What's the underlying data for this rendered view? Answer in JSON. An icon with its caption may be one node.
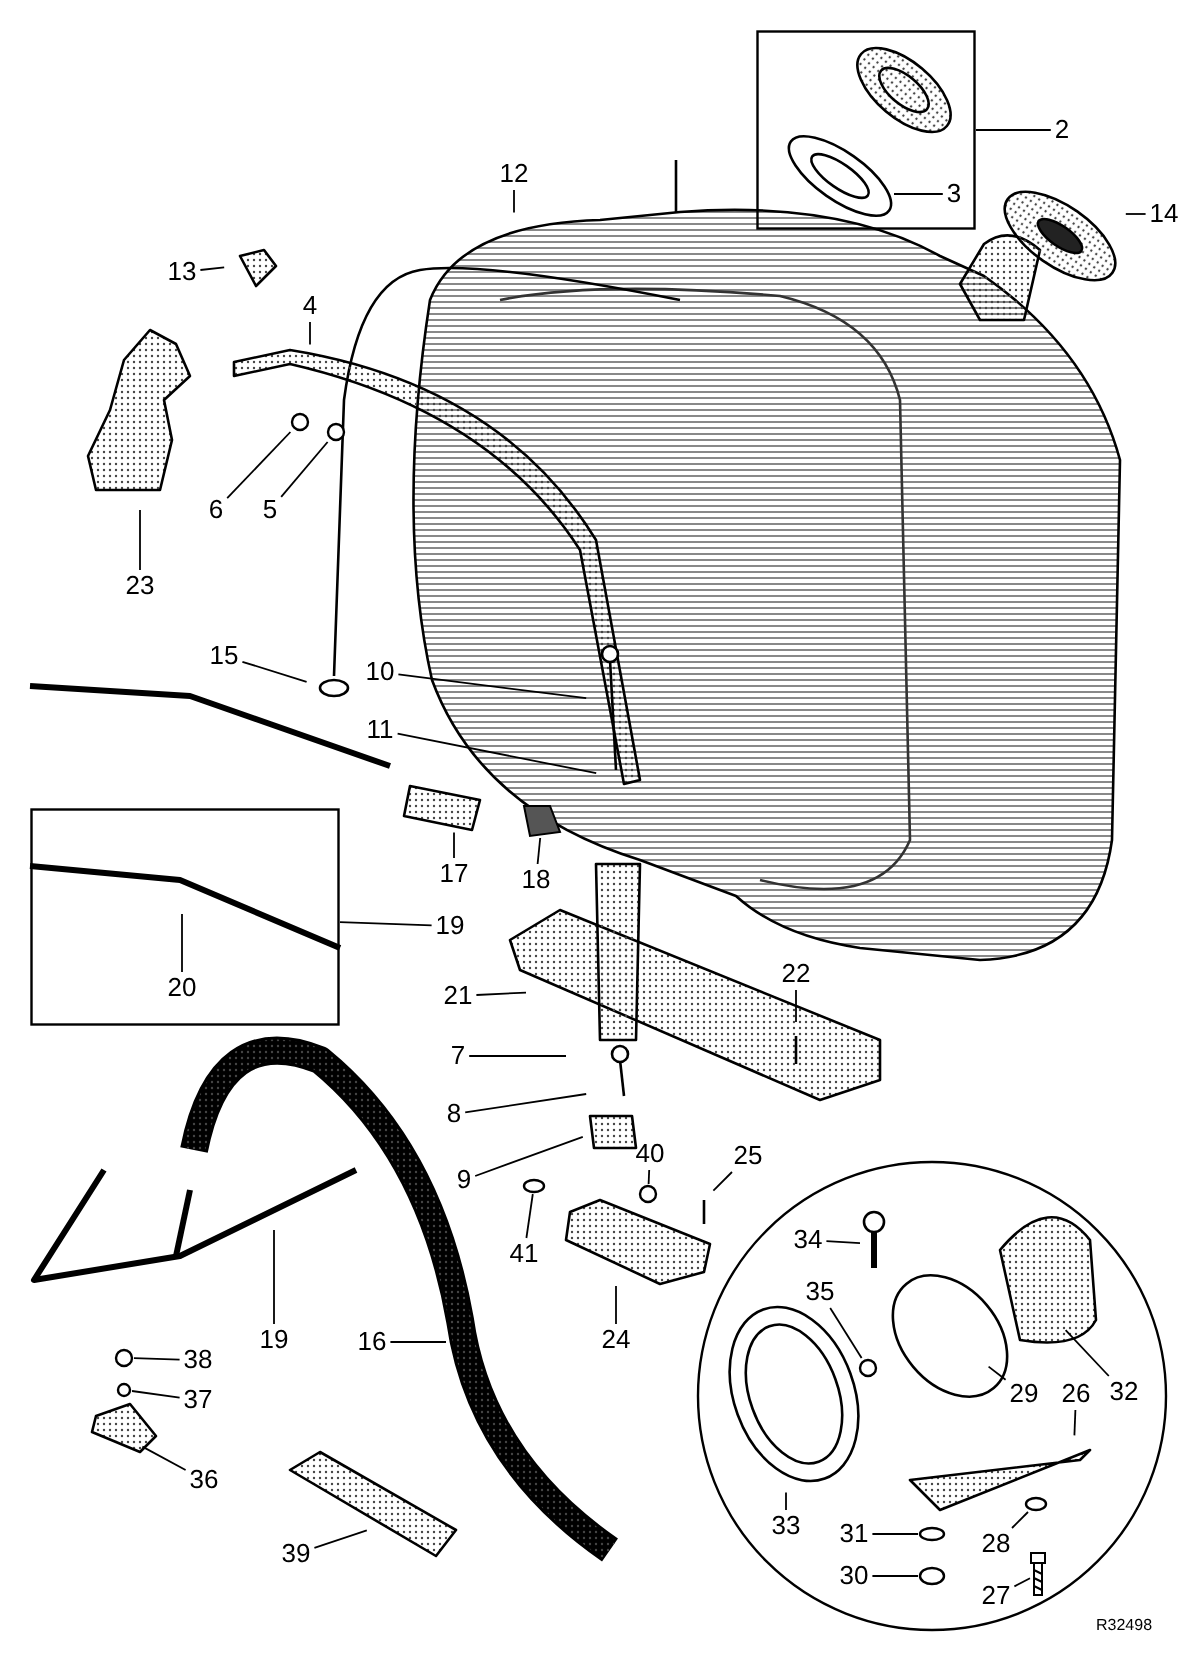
{
  "diagram": {
    "nodes": [
      {
        "text": [],
        "shape": "box"
      },
      {
        "text": [
          "2"
        ]
      },
      {
        "text": [
          "3"
        ],
        "in": 0
      },
      {
        "text": [
          "14"
        ]
      },
      {
        "text": [
          "12"
        ]
      },
      {
        "text": [
          "13"
        ]
      },
      {
        "text": [
          "4"
        ]
      },
      {
        "text": [
          "6"
        ]
      },
      {
        "text": [
          "5"
        ]
      },
      {
        "text": [
          "23"
        ]
      },
      {
        "text": [
          "15"
        ]
      },
      {
        "text": [
          "10"
        ]
      },
      {
        "text": [
          "11"
        ]
      },
      {
        "text": [
          "17"
        ]
      },
      {
        "text": [
          "18"
        ]
      },
      {
        "text": [],
        "shape": "box"
      },
      {
        "text": [
          "19"
        ]
      },
      {
        "text": [
          "20"
        ],
        "in": 15
      },
      {
        "text": [
          "21"
        ]
      },
      {
        "text": [
          "22"
        ]
      },
      {
        "text": [
          "7"
        ]
      },
      {
        "text": [
          "8"
        ]
      },
      {
        "text": [
          "9"
        ]
      },
      {
        "text": [
          "40"
        ]
      },
      {
        "text": [
          "25"
        ]
      },
      {
        "text": [
          "41"
        ]
      },
      {
        "text": [
          "19"
        ]
      },
      {
        "text": [
          "16"
        ]
      },
      {
        "text": [
          "24"
        ]
      },
      {
        "text": [
          "38"
        ]
      },
      {
        "text": [
          "37"
        ]
      },
      {
        "text": [
          "36"
        ]
      },
      {
        "text": [
          "39"
        ]
      },
      {
        "text": [],
        "shape": "circle"
      },
      {
        "text": [
          "34"
        ],
        "in": 33
      },
      {
        "text": [
          "35"
        ],
        "in": 33
      },
      {
        "text": [
          "29"
        ],
        "in": 33
      },
      {
        "text": [
          "26"
        ],
        "in": 33
      },
      {
        "text": [
          "32"
        ],
        "in": 33
      },
      {
        "text": [
          "33"
        ],
        "in": 33
      },
      {
        "text": [
          "31"
        ],
        "in": 33
      },
      {
        "text": [
          "28"
        ],
        "in": 33
      },
      {
        "text": [
          "30"
        ],
        "in": 33
      },
      {
        "text": [
          "27"
        ],
        "in": 33
      },
      {
        "text": [],
        "shape": "circle"
      },
      {
        "text": [],
        "shape": "circle"
      },
      {
        "text": [],
        "shape": "picture"
      },
      {
        "text": [],
        "shape": "circle"
      },
      {
        "text": [],
        "shape": "circle"
      },
      {
        "text": [],
        "shape": "circle"
      },
      {
        "text": [],
        "shape": "circle"
      },
      {
        "text": [],
        "shape": "circle",
        "in": 33
      },
      {
        "text": [],
        "shape": "circle",
        "in": 33
      },
      {
        "text": [],
        "shape": "circle",
        "in": 33
      },
      {
        "text": [],
        "shape": "circle",
        "in": 33
      },
      {
        "text": [],
        "shape": "picture",
        "in": 33
      }
    ],
    "edges": [
      {
        "from": 1,
        "to": 0,
        "arrow": "none"
      },
      {
        "from": 2,
        "to": null,
        "arrow": "none"
      },
      {
        "from": 3,
        "to": null,
        "arrow": "none"
      },
      {
        "from": 4,
        "to": null,
        "arrow": "none"
      },
      {
        "from": 5,
        "to": null,
        "arrow": "none"
      },
      {
        "from": 6,
        "to": null,
        "arrow": "none"
      },
      {
        "from": 7,
        "to": 44,
        "arrow": "none"
      },
      {
        "from": 8,
        "to": 45,
        "arrow": "none"
      },
      {
        "from": 9,
        "to": null,
        "arrow": "none"
      },
      {
        "from": 10,
        "to": null,
        "arrow": "none"
      },
      {
        "from": 11,
        "to": null,
        "arrow": "none"
      },
      {
        "from": 12,
        "to": null,
        "arrow": "none"
      },
      {
        "from": 13,
        "to": null,
        "arrow": "none"
      },
      {
        "from": 14,
        "to": 46,
        "arrow": "none"
      },
      {
        "from": 16,
        "to": 15,
        "arrow": "none"
      },
      {
        "from": 17,
        "to": null,
        "arrow": "none"
      },
      {
        "from": 18,
        "to": null,
        "arrow": "none"
      },
      {
        "from": 19,
        "to": null,
        "arrow": "none"
      },
      {
        "from": 20,
        "to": null,
        "arrow": "none"
      },
      {
        "from": 21,
        "to": null,
        "arrow": "none"
      },
      {
        "from": 22,
        "to": null,
        "arrow": "none"
      },
      {
        "from": 23,
        "to": 47,
        "arrow": "none"
      },
      {
        "from": 24,
        "to": null,
        "arrow": "none"
      },
      {
        "from": 25,
        "to": 48,
        "arrow": "none"
      },
      {
        "from": 26,
        "to": null,
        "arrow": "none"
      },
      {
        "from": 27,
        "to": null,
        "arrow": "none"
      },
      {
        "from": 28,
        "to": null,
        "arrow": "none"
      },
      {
        "from": 29,
        "to": 49,
        "arrow": "none"
      },
      {
        "from": 30,
        "to": 50,
        "arrow": "none"
      },
      {
        "from": 31,
        "to": null,
        "arrow": "none"
      },
      {
        "from": 32,
        "to": null,
        "arrow": "none"
      },
      {
        "from": 34,
        "to": null,
        "arrow": "none"
      },
      {
        "from": 35,
        "to": 51,
        "arrow": "none"
      },
      {
        "from": 36,
        "to": null,
        "arrow": "none"
      },
      {
        "from": 37,
        "to": null,
        "arrow": "none"
      },
      {
        "from": 38,
        "to": null,
        "arrow": "none"
      },
      {
        "from": 39,
        "to": null,
        "arrow": "none"
      },
      {
        "from": 40,
        "to": 53,
        "arrow": "none"
      },
      {
        "from": 41,
        "to": 52,
        "arrow": "none"
      },
      {
        "from": 42,
        "to": 54,
        "arrow": "none"
      },
      {
        "from": 43,
        "to": 55,
        "arrow": "none"
      }
    ],
    "labels": [
      "R32498"
    ]
  }
}
